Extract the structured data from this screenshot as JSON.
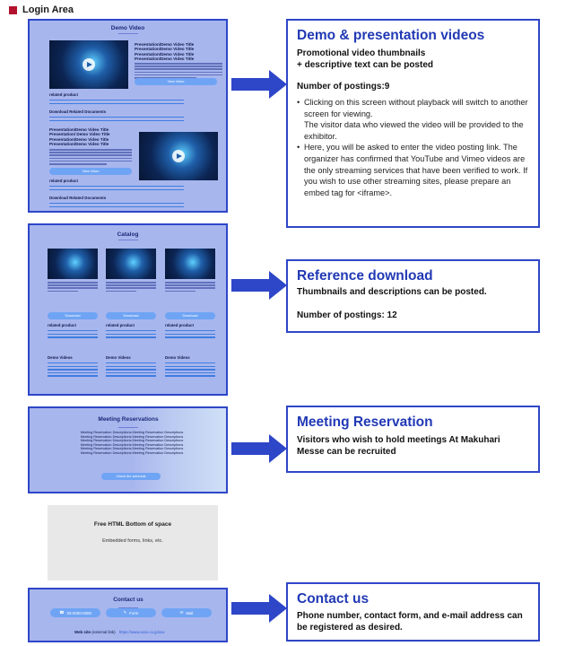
{
  "header": {
    "title": "Login Area"
  },
  "mock_video": {
    "title": "Demo Video",
    "item1_title": "Presentation/Demo Video Title Presentation/Demo Video Title Presentation/Demo Video Title Presentation/Demo Video Title",
    "item1_button": "View Video",
    "related_label": "related product",
    "docs_label": "Download Related Documents",
    "item2_title": "Presentation/Demo Video Title Presentation/ Demo Video Title Presentation/Demo Video Title Presentation/Demo Video Title",
    "item2_button": "View Video",
    "related_label2": "related product",
    "docs_label2": "Download Related Documents"
  },
  "mock_catalog": {
    "title": "Catalog",
    "download_label": "Download",
    "related_label": "related product",
    "videos_label": "Demo Videos"
  },
  "mock_meeting": {
    "title": "Meeting Reservations",
    "desc": "Meeting Reservation Descriptions Meeting Reservation Descriptions Meeting Reservation Descriptions Meeting Reservation Descriptions Meeting Reservation Descriptions Meeting Reservation Descriptions Meeting Reservation Descriptions Meeting Reservation Descriptions Meeting Reservation Descriptions Meeting Reservation Descriptions Meeting Reservation Descriptions Meeting Reservation Descriptions",
    "button": "Check the schedule"
  },
  "mock_free": {
    "title": "Free HTML Bottom of space",
    "subtitle": "Embedded forms, links, etc."
  },
  "mock_contact": {
    "title": "Contact us",
    "phone": "03-0000-0000",
    "form": "Form",
    "mail": "Mail",
    "website_label": "Web site",
    "website_note": "(external link)",
    "website_url": "https://www.xxxx.co.jp/xxx"
  },
  "sections": {
    "video": {
      "title": "Demo & presentation videos",
      "subtitle_1": "Promotional video thumbnails",
      "subtitle_2": "+ descriptive text can be posted",
      "postings": "Number of postings:9",
      "bullet_1": "Clicking on this screen without playback will switch to another screen for viewing.",
      "bullet_1b": "The visitor data who viewed the video will be provided to the exhibitor.",
      "bullet_2": "Here, you will be asked to enter the video posting link. The organizer has confirmed that YouTube and Vimeo videos are the only streaming services that have been verified to work. If you wish to use other streaming sites, please prepare an embed tag for <iframe>."
    },
    "download": {
      "title": "Reference download",
      "subtitle": "Thumbnails and descriptions can be posted.",
      "postings": "Number of postings: 12"
    },
    "meeting": {
      "title": "Meeting Reservation",
      "subtitle": "Visitors who wish to hold meetings At Makuhari Messe can be recruited"
    },
    "contact": {
      "title": "Contact us",
      "subtitle": "Phone number, contact form, and e-mail address can be registered as desired."
    }
  },
  "colors": {
    "accent": "#2139b5",
    "border": "#2e46c8",
    "panel": "#a8b6ee",
    "marker": "#b3122e"
  }
}
